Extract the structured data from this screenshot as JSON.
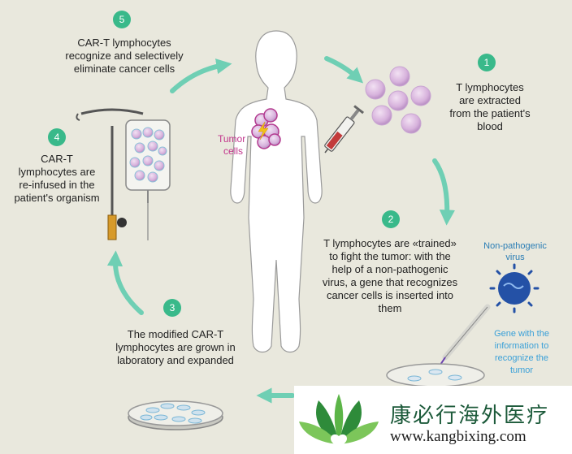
{
  "steps": [
    {
      "num": "1",
      "text": [
        "T lymphocytes",
        "are extracted",
        "from the patient's",
        "blood"
      ]
    },
    {
      "num": "2",
      "text": [
        "T lymphocytes are «trained»",
        "to fight the tumor: with the",
        "help of a non-pathogenic",
        "virus, a gene that recognizes",
        "cancer cells is inserted into",
        "them"
      ]
    },
    {
      "num": "3",
      "text": [
        "The modified CAR-T",
        "lymphocytes are grown in",
        "laboratory and expanded"
      ]
    },
    {
      "num": "4",
      "text": [
        "CAR-T",
        "lymphocytes are",
        "re-infused in the",
        "patient's organism"
      ]
    },
    {
      "num": "5",
      "text": [
        "CAR-T lymphocytes",
        "recognize and selectively",
        "eliminate cancer cells"
      ]
    }
  ],
  "labels": {
    "tumor": [
      "Tumor",
      "cells"
    ],
    "virus": [
      "Non-pathogenic",
      "virus"
    ],
    "gene": [
      "Gene with the",
      "information to",
      "recognize the",
      "tumor"
    ]
  },
  "brand": {
    "name_cn": "康必行海外医疗",
    "url": "www.kangbixing.com"
  },
  "colors": {
    "background": "#e9e8dd",
    "arrow": "#6fcfb4",
    "step_circle": "#39b98a",
    "tumor_label": "#c2358c",
    "virus_label": "#2a7db5",
    "gene_label": "#3aa0d8",
    "cell_fill": "#d9b7dc",
    "brand_green": "#1c5a3a"
  }
}
